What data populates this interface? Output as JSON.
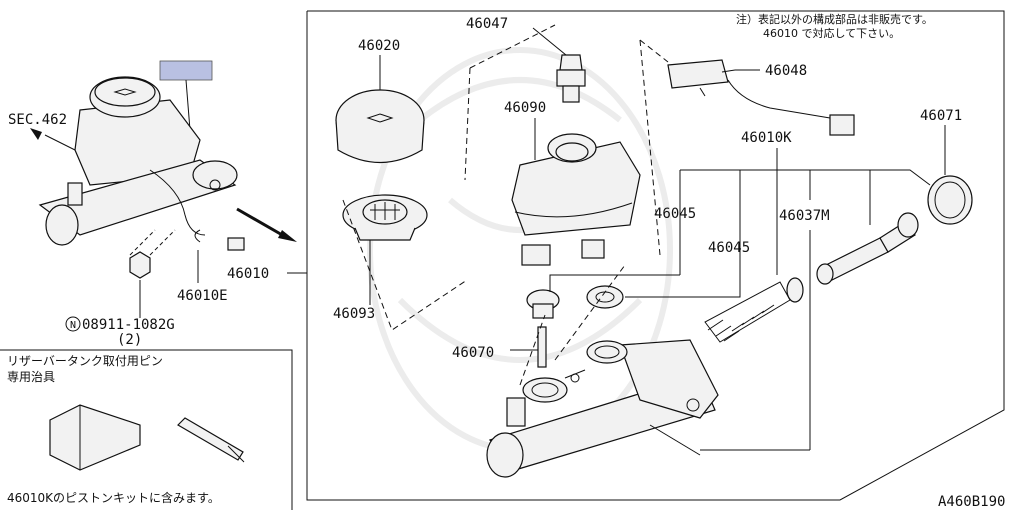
{
  "labels": {
    "sec": "SEC.462",
    "p46020": "46020",
    "p46047": "46047",
    "p46048": "46048",
    "p46090": "46090",
    "p46071": "46071",
    "p46010K": "46010K",
    "p46045a": "46045",
    "p46045b": "46045",
    "p46037M": "46037M",
    "p46010": "46010",
    "p46010E": "46010E",
    "p46093": "46093",
    "p46070": "46070",
    "nut_circle": "N",
    "nut_number": "08911-1082G",
    "nut_qty": "(2)",
    "figure_id": "A460B190"
  },
  "notes": {
    "top_line1": "注）表記以外の構成部品は非販売です。",
    "top_line2": "46010 で対応して下さい。",
    "tool_line1": "リザーバータンク取付用ピン",
    "tool_line2": "専用治具",
    "bottom": "46010Kのピストンキットに含みます。"
  },
  "colors": {
    "highlight": "#b9c0e2",
    "line": "#111111"
  }
}
